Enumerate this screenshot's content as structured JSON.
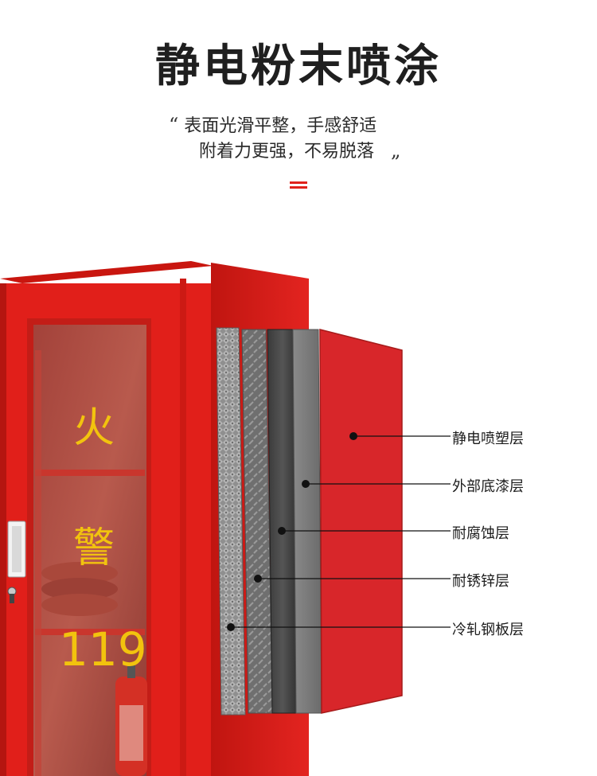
{
  "heading": {
    "title": "静电粉末喷涂",
    "quote_open": "“",
    "line1": "表面光滑平整，手感舒适",
    "line2": "附着力更强，不易脱落",
    "quote_close": "„"
  },
  "cabinet": {
    "text_fire": "火",
    "text_alarm": "警",
    "text_number": "119"
  },
  "layers": [
    {
      "label": "静电喷塑层"
    },
    {
      "label": "外部底漆层"
    },
    {
      "label": "耐腐蚀层"
    },
    {
      "label": "耐锈锌层"
    },
    {
      "label": "冷轧钢板层"
    }
  ],
  "colors": {
    "accent": "#e0221c",
    "cabinet_red": "#e11f1a",
    "text_yellow": "#f2c30e"
  }
}
